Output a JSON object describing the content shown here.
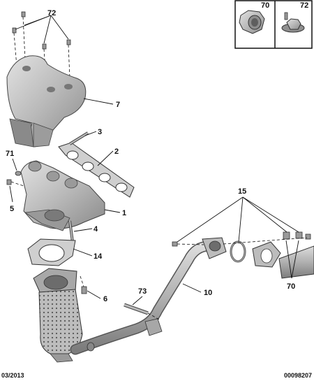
{
  "callouts": {
    "c72_top": "72",
    "c7": "7",
    "c3": "3",
    "c2": "2",
    "c71": "71",
    "c5": "5",
    "c1": "1",
    "c4": "4",
    "c14": "14",
    "c6": "6",
    "c73": "73",
    "c10": "10",
    "c15": "15",
    "c70_right": "70"
  },
  "inset": {
    "left_label": "70",
    "right_label": "72"
  },
  "footer": {
    "date": "03/2013",
    "reference": "00098207"
  }
}
